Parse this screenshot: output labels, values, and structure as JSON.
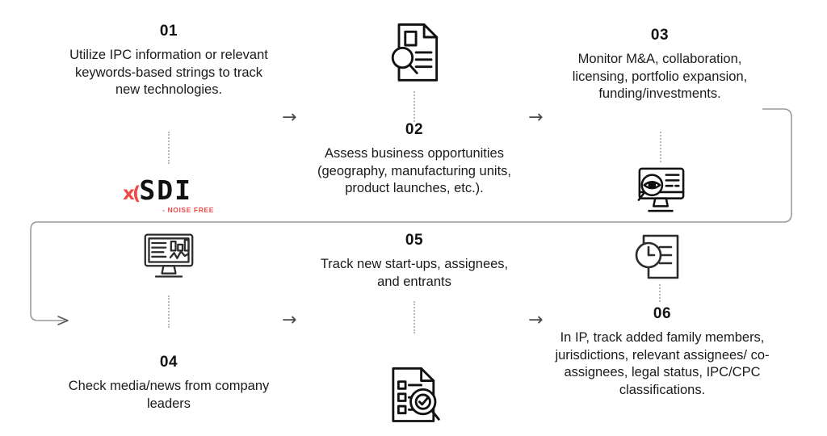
{
  "brand": {
    "mark": "x(",
    "name": "SDI",
    "tagline": "- NOISE FREE",
    "accent_color": "#ef4a4a",
    "text_color": "#111111"
  },
  "diagram": {
    "type": "process-flow",
    "orientation": "serpentine-two-rows",
    "background_color": "#ffffff",
    "connector_color": "#9a9a9a",
    "dotted_connector_color": "#b9b9b9",
    "arrow_glyph": "→"
  },
  "steps": [
    {
      "number": "01",
      "text": "Utilize IPC information or relevant keywords-based strings to track new technologies.",
      "icon": "sdi-logo",
      "row": 1,
      "column": 1,
      "position": "text-above-icon"
    },
    {
      "number": "02",
      "text": "Assess business opportunities (geography, manufacturing units, product launches, etc.).",
      "icon": "document-search-icon",
      "row": 1,
      "column": 2,
      "position": "icon-above-text"
    },
    {
      "number": "03",
      "text": "Monitor M&A, collaboration, licensing, portfolio expansion, funding/investments.",
      "icon": "monitor-eye-search-icon",
      "row": 1,
      "column": 3,
      "position": "text-above-icon"
    },
    {
      "number": "04",
      "text": "Check media/news from company leaders",
      "icon": "monitor-analytics-icon",
      "row": 2,
      "column": 1,
      "position": "icon-above-text"
    },
    {
      "number": "05",
      "text": "Track new start-ups, assignees, and entrants",
      "icon": "checklist-search-icon",
      "row": 2,
      "column": 2,
      "position": "text-above-icon"
    },
    {
      "number": "06",
      "text": "In IP, track added family members, jurisdictions, relevant assignees/ co-assignees, legal status, IPC/CPC classifications.",
      "icon": "clock-document-icon",
      "row": 2,
      "column": 3,
      "position": "icon-above-text"
    }
  ],
  "icons": {
    "document_search": "document-search-icon",
    "monitor_eye_search": "monitor-eye-search-icon",
    "monitor_analytics": "monitor-analytics-icon",
    "checklist_search": "checklist-search-icon",
    "clock_document": "clock-document-icon"
  },
  "arrows": [
    {
      "id": "arrow-01-to-02",
      "glyph": "→"
    },
    {
      "id": "arrow-02-to-03",
      "glyph": "→"
    },
    {
      "id": "arrow-04-to-05",
      "glyph": "→"
    },
    {
      "id": "arrow-05-to-06",
      "glyph": "→"
    }
  ]
}
